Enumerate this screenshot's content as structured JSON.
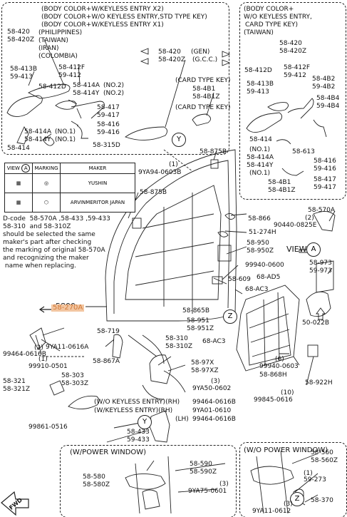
{
  "labels": {
    "tl_hdr1": "(BODY COLOR+W/KEYLESS ENTRY X2)",
    "tl_hdr2": "(BODY COLOR+W/O KEYLESS ENTRY,STD TYPE KEY)",
    "tl_hdr3": "(BODY COLOR+W/KEYLESS ENTRY X1)",
    "tl_hdr4": "(PHILIPPINES)",
    "tl_hdr5": "(TAIWAN)",
    "tl_hdr6": "(IRAN)",
    "tl_hdr7": "(COLOMBIA)",
    "tl_p1": "58-420",
    "tl_p2": "58-420Z",
    "tl_p3": "58-413B",
    "tl_p4": "59-413",
    "tl_p5": "58-412F",
    "tl_p6": "59-412",
    "tl_p7": "58-412D",
    "tl_p8": "58-414A",
    "tl_p8n": "(NO.2)",
    "tl_p9": "58-414Y",
    "tl_p9n": "(NO.2)",
    "tl_p10": "58-417",
    "tl_p11": "59-417",
    "tl_p12": "58-416",
    "tl_p13": "59-416",
    "tl_p14": "58-414A",
    "tl_p14n": "(NO.1)",
    "tl_p15": "58-414Y",
    "tl_p15n": "(NO.1)",
    "tl_p16": "58-414",
    "tl_p17": "58-315D",
    "tr_hdr1": "(BODY COLOR+",
    "tr_hdr2": "W/O KEYLESS ENTRY,",
    "tr_hdr3": "CARD TYPE KEY)",
    "tr_hdr4": "(TAIWAN)",
    "tr_p1": "58-420",
    "tr_p2": "58-420Z",
    "tr_p3": "58-412D",
    "tr_p4": "58-412F",
    "tr_p5": "59-412",
    "tr_p6": "58-413B",
    "tr_p7": "59-413",
    "tr_p8": "58-4B2",
    "tr_p9": "59-4B2",
    "tr_p10": "58-4B4",
    "tr_p11": "59-4B4",
    "tr_p12": "58-414",
    "tr_p13": "(NO.1)",
    "tr_p14": "58-414A",
    "tr_p15": "58-414Y",
    "tr_p16": "(NO.1)",
    "tr_p17": "58-613",
    "tr_p18": "58-416",
    "tr_p19": "59-416",
    "tr_p20": "58-4B1",
    "tr_p21": "58-4B1Z",
    "tr_p22": "58-417",
    "tr_p23": "59-417",
    "mid_gen1": "58-420",
    "mid_gen1b": "(GEN)",
    "mid_gen2": "58-420Z",
    "mid_gen2b": "(G.C.C.)",
    "mid_card1": "(CARD TYPE KEY)",
    "mid_card2": "58-4B1",
    "mid_card3": "58-4B1Z",
    "mid_card4": "(CARD TYPE KEY)",
    "tbl_h1": "VIEW",
    "tbl_h2": "MARKING",
    "tbl_h3": "MAKER",
    "tbl_r1": "YUSHIN",
    "tbl_r2": "ARVINMERITOR JAPAN",
    "note1": "D-code  58-570A ,58-433 ,59-433",
    "note2": "58-310  and 58-310Z",
    "note3": "should be selected the same",
    "note4": "maker's part after checking",
    "note5": "the marking of original 58-570A",
    "note6": "and recognizing the maker",
    "note7": " name when replacing.",
    "m_9ya94": "9YA94-0603B",
    "m_9ya94n": "(1)",
    "m_875b1": "58-875B",
    "m_875b2": "58-875B",
    "m_570a": "58-570A",
    "m_90440": "90440-0825E",
    "m_90440n": "(2)",
    "m_866": "58-866",
    "m_51274": "51-274H",
    "m_950": "58-950",
    "m_950z": "58-950Z",
    "m_view": "VIEW",
    "m_973": "58-973",
    "m_973b": "59-973",
    "m_99940": "99940-0600",
    "m_ad5": "68-AD5",
    "m_609": "58-609",
    "m_ac3a": "68-AC3",
    "m_5800": "5800",
    "m_270a": "58-270A",
    "m_865b": "58-865B",
    "m_951": "58-951",
    "m_951z": "58-951Z",
    "m_ac3b": "68-AC3",
    "m_022b": "50-022B",
    "m_99464a": "99464-0616B",
    "m_9ya11a": "9YA11-0616A",
    "m_9ya11an": "(2)",
    "m_719": "58-719",
    "m_310": "58-310",
    "m_310z": "58-310Z",
    "m_867a": "58-867A",
    "m_97x": "58-97X",
    "m_97xz": "58-97XZ",
    "m_99940b": "99940-0603",
    "m_99940bn": "(6)",
    "m_868h": "58-868H",
    "m_922h": "58-922H",
    "m_99910": "99910-0501",
    "m_99910n": "(1)",
    "m_321": "58-321",
    "m_321z": "58-321Z",
    "m_303": "58-303",
    "m_303z": "58-303Z",
    "m_9ya50": "9YA50-0602",
    "m_9ya50n": "(3)",
    "m_99845": "99845-0616",
    "m_99845n": "(10)",
    "m_99861": "99861-0516",
    "m_wo_key1": "(W/O KEYLESS ENTRY)(RH)",
    "m_wo_key1v": "99464-0616B",
    "m_w_key": "(W/KEYLESS ENTRY)(RH)",
    "m_w_keyv": "9YA01-0610",
    "m_lh": "(LH)",
    "m_lhv": "99464-0616B",
    "m_433": "58-433",
    "m_433b": "59-433",
    "bl_hdr": "(W/POWER WINDOW)",
    "bl_590": "58-590",
    "bl_590z": "58-590Z",
    "bl_580": "58-580",
    "bl_580z": "58-580Z",
    "bl_9ya75": "9YA75-0601",
    "bl_9ya75n": "(3)",
    "br_hdr": "(W/O POWER WINDOW)",
    "br_560": "58-560",
    "br_560z": "58-560Z",
    "br_273": "59-273",
    "br_273n": "(1)",
    "br_370": "58-370",
    "br_9ya11": "9YA11-0612",
    "br_9ya11n": "(3)",
    "fwd": "FWD",
    "c_a1": "A",
    "c_a2": "A",
    "c_y1": "Y",
    "c_y2": "Y",
    "c_z1": "Z",
    "c_z2": "Z"
  },
  "colors": {
    "highlight_bg": "#f3c6a1",
    "highlight_text": "#d07a3a",
    "line": "#222222"
  }
}
